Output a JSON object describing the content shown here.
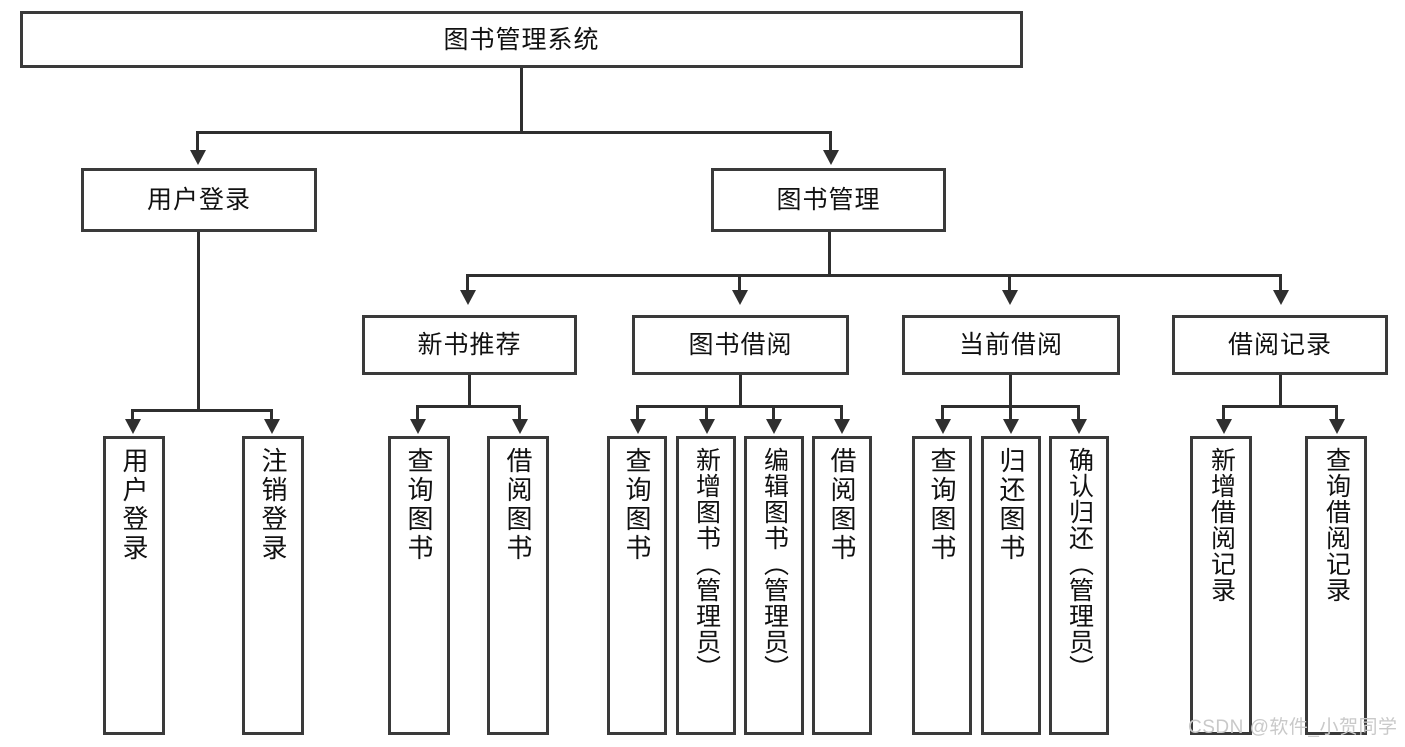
{
  "diagram": {
    "title": "图书管理系统",
    "type": "tree",
    "root": {
      "label": "图书管理系统"
    },
    "level2": [
      {
        "label": "用户登录"
      },
      {
        "label": "图书管理"
      }
    ],
    "level3": [
      {
        "label": "新书推荐"
      },
      {
        "label": "图书借阅"
      },
      {
        "label": "当前借阅"
      },
      {
        "label": "借阅记录"
      }
    ],
    "leaves": {
      "user_login": [
        {
          "label": "用户登录"
        },
        {
          "label": "注销登录"
        }
      ],
      "new_book_recommend": [
        {
          "label": "查询图书"
        },
        {
          "label": "借阅图书"
        }
      ],
      "book_borrow": [
        {
          "label": "查询图书"
        },
        {
          "label": "新增图书（管理员）"
        },
        {
          "label": "编辑图书（管理员）"
        },
        {
          "label": "借阅图书"
        }
      ],
      "current_borrow": [
        {
          "label": "查询图书"
        },
        {
          "label": "归还图书"
        },
        {
          "label": "确认归还（管理员）"
        }
      ],
      "borrow_record": [
        {
          "label": "新增借阅记录"
        },
        {
          "label": "查询借阅记录"
        }
      ]
    }
  },
  "watermark": {
    "text": "CSDN @软件_小贺同学"
  },
  "colors": {
    "border": "#3a3a3a",
    "line": "#2f2f2f",
    "background": "#ffffff",
    "text": "#111111",
    "watermark": "#c9c9c9"
  }
}
